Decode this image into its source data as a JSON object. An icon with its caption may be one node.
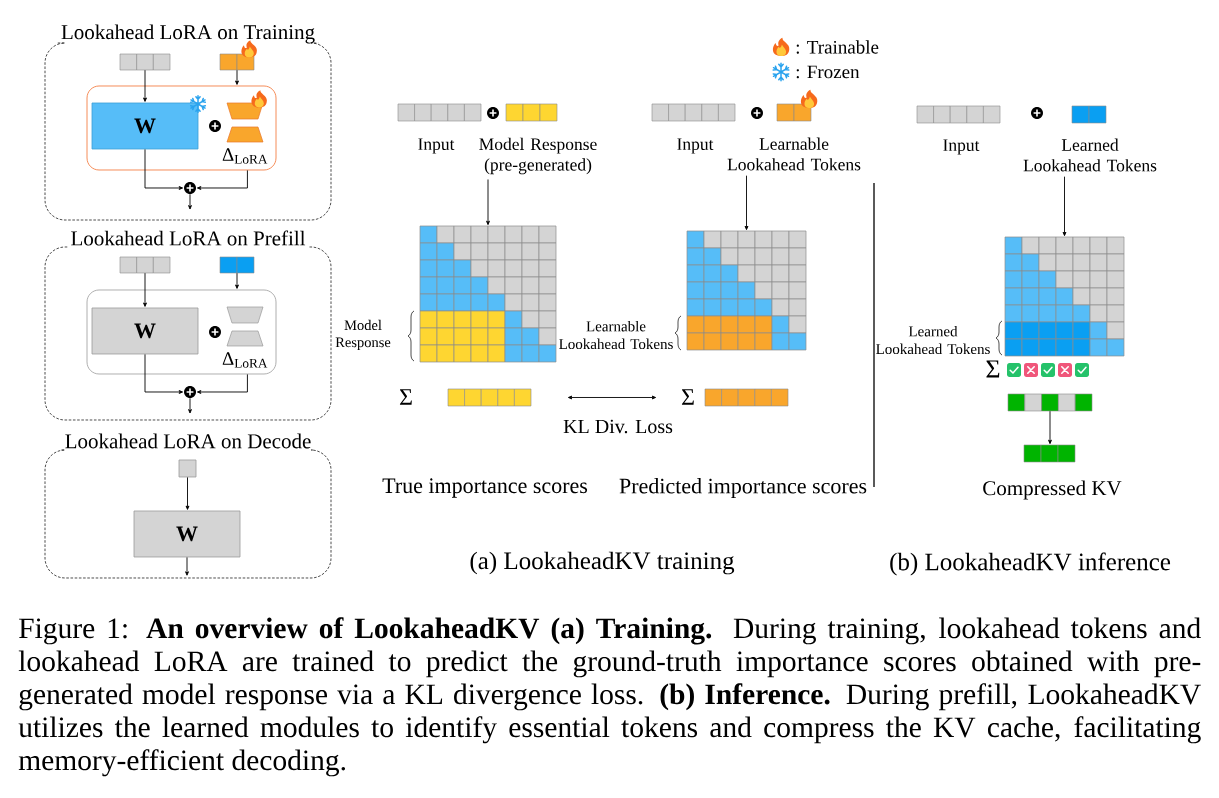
{
  "diagram": {
    "caption": "Figure 1: **An overview of LookaheadKV (a) Training.** During training, lookahead tokens and lookahead LoRA are trained to predict the ground-truth importance scores obtained with pre-generated model response via a KL divergence loss. **(b) Inference.** During prefill, LookaheadKV utilizes the learned modules to identify essential tokens and compress the KV cache, facilitating memory-efficient decoding.",
    "nodes": [
      {
        "text": [
          "Lookahead LoRA on Training"
        ]
      },
      {
        "text": [],
        "shape": "bar",
        "in": 0
      },
      {
        "text": [],
        "shape": "bar",
        "in": 0
      },
      {
        "text": [],
        "shape": "box",
        "in": 0
      },
      {
        "text": [
          "W"
        ],
        "in": 3
      },
      {
        "text": [
          "Δ$_{LoRA}$"
        ],
        "in": 3
      },
      {
        "text": [],
        "shape": "circle",
        "in": 0
      },
      {
        "text": [
          "Lookahead LoRA on Prefill"
        ]
      },
      {
        "text": [],
        "shape": "bar",
        "in": 7
      },
      {
        "text": [],
        "shape": "bar",
        "in": 7
      },
      {
        "text": [],
        "shape": "box",
        "in": 7
      },
      {
        "text": [
          "W"
        ],
        "in": 10
      },
      {
        "text": [
          "Δ$_{LoRA}$"
        ],
        "in": 10
      },
      {
        "text": [],
        "shape": "circle",
        "in": 7
      },
      {
        "text": [
          "Lookahead LoRA on Decode"
        ]
      },
      {
        "text": [],
        "shape": "box",
        "in": 14
      },
      {
        "text": [
          "W"
        ],
        "in": 14
      },
      {
        "text": [],
        "shape": "bar",
        "beside": [
          "Input"
        ]
      },
      {
        "text": [],
        "shape": "bar",
        "beside": [
          "Model Response (pre-generated)"
        ]
      },
      {
        "text": [],
        "shape": "bar",
        "beside": [
          "Input"
        ]
      },
      {
        "text": [],
        "shape": "bar",
        "beside": [
          "Learnable Lookahead Tokens"
        ]
      },
      {
        "text": [],
        "shape": "grid",
        "beside": [
          "Model Response"
        ]
      },
      {
        "text": [],
        "shape": "grid"
      },
      {
        "text": [],
        "shape": "bar",
        "beside": [
          "Σ",
          "True importance scores"
        ]
      },
      {
        "text": [],
        "shape": "bar",
        "beside": [
          "Σ",
          "Predicted importance scores"
        ]
      },
      {
        "text": [],
        "shape": "bar",
        "beside": [
          "Input"
        ]
      },
      {
        "text": [],
        "shape": "bar",
        "beside": [
          "Learned Lookahead Tokens"
        ]
      },
      {
        "text": [],
        "shape": "grid",
        "beside": [
          "Learned Lookahead Tokens"
        ]
      },
      {
        "text": [],
        "shape": "bar"
      },
      {
        "text": [],
        "shape": "bar",
        "beside": [
          "Compressed KV"
        ]
      }
    ],
    "edges": [
      {
        "from": 1,
        "to": 4,
        "arrow": "to"
      },
      {
        "from": 2,
        "to": 3,
        "arrow": "to"
      },
      {
        "from": 4,
        "to": 6,
        "arrow": "to"
      },
      {
        "from": 3,
        "to": 6,
        "arrow": "to"
      },
      {
        "from": 6,
        "to": null,
        "arrow": "to"
      },
      {
        "from": 8,
        "to": 11,
        "arrow": "to"
      },
      {
        "from": 9,
        "to": 10,
        "arrow": "to"
      },
      {
        "from": 11,
        "to": 13,
        "arrow": "to"
      },
      {
        "from": 10,
        "to": 13,
        "arrow": "to"
      },
      {
        "from": 13,
        "to": null,
        "arrow": "to"
      },
      {
        "from": 15,
        "to": 16,
        "arrow": "to"
      },
      {
        "from": 16,
        "to": null,
        "arrow": "to"
      },
      {
        "from": 18,
        "to": 21,
        "arrow": "to"
      },
      {
        "from": 20,
        "to": 22,
        "arrow": "to"
      },
      {
        "from": 23,
        "to": 24,
        "arrow": "both",
        "label": "KL Div. Loss"
      },
      {
        "from": 26,
        "to": 27,
        "arrow": "to"
      },
      {
        "from": 28,
        "to": 29,
        "arrow": "to"
      }
    ],
    "labels": [
      "Learnable Lookahead Tokens",
      "Σ",
      "(a) LookaheadKV training",
      "(b) LookaheadKV inference"
    ],
    "legend": [
      {
        "text": ": Trainable"
      },
      {
        "text": ": Frozen"
      }
    ]
  }
}
